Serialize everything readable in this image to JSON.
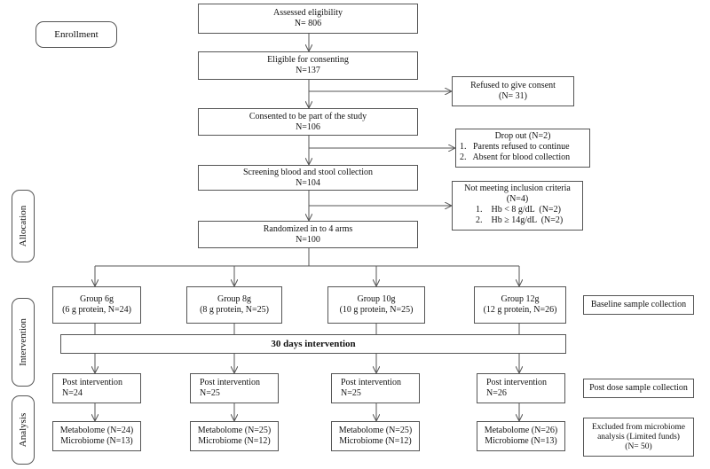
{
  "sections": {
    "enrollment": "Enrollment",
    "allocation": "Allocation",
    "intervention": "Intervention",
    "analysis": "Analysis"
  },
  "flow": {
    "assessed": {
      "title": "Assessed eligibility",
      "n": "N= 806"
    },
    "eligible": {
      "title": "Eligible for consenting",
      "n": "N=137"
    },
    "refused": {
      "title": "Refused to give consent",
      "n": "(N= 31)"
    },
    "consented": {
      "title": "Consented to be part of the study",
      "n": "N=106"
    },
    "dropout": {
      "title": "Drop out (N=2)",
      "items": [
        "1.   Parents refused to continue",
        "2.   Absent for blood collection"
      ]
    },
    "screening": {
      "title": "Screening blood and stool collection",
      "n": "N=104"
    },
    "not_meeting": {
      "title": "Not meeting inclusion criteria",
      "n": "(N=4)",
      "items": [
        "1.    Hb < 8 g/dL  (N=2)",
        "2.    Hb ≥ 14g/dL  (N=2)"
      ]
    },
    "randomized": {
      "title": "Randomized in to 4 arms",
      "n": "N=100"
    }
  },
  "groups": [
    {
      "name": "Group 6g",
      "detail": "(6 g protein, N=24)",
      "post": "Post intervention",
      "post_n": "N=24",
      "metabolome": "Metabolome (N=24)",
      "microbiome": "Microbiome (N=13)"
    },
    {
      "name": "Group 8g",
      "detail": "(8 g protein, N=25)",
      "post": "Post intervention",
      "post_n": "N=25",
      "metabolome": "Metabolome (N=25)",
      "microbiome": "Microbiome (N=12)"
    },
    {
      "name": "Group 10g",
      "detail": "(10 g protein, N=25)",
      "post": "Post intervention",
      "post_n": "N=25",
      "metabolome": "Metabolome (N=25)",
      "microbiome": "Microbiome (N=12)"
    },
    {
      "name": "Group 12g",
      "detail": "(12 g protein, N=26)",
      "post": "Post intervention",
      "post_n": "N=26",
      "metabolome": "Metabolome (N=26)",
      "microbiome": "Microbiome (N=13)"
    }
  ],
  "intervention_bar": "30 days intervention",
  "side_notes": {
    "baseline": "Baseline sample collection",
    "post_dose": "Post dose sample collection",
    "excluded_line1": "Excluded from microbiome",
    "excluded_line2": "analysis (Limited funds)",
    "excluded_line3": "(N= 50)"
  }
}
